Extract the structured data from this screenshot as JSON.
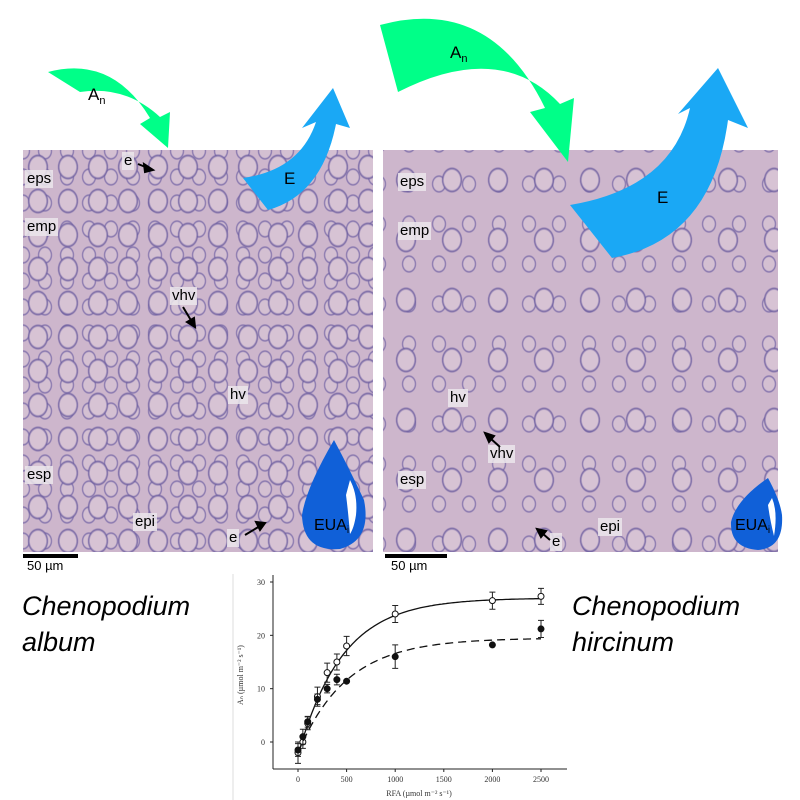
{
  "left_panel": {
    "species_line1": "Chenopodium",
    "species_line2": "album",
    "labels": {
      "eps": "eps",
      "emp": "emp",
      "vhv": "vhv",
      "hv": "hv",
      "esp": "esp",
      "epi": "epi",
      "e_top": "e",
      "e_bottom": "e"
    },
    "scale": "50 µm",
    "arrow_an": "A",
    "arrow_an_sub": "n",
    "arrow_e": "E",
    "drop": "EUA",
    "drop_sub": "i"
  },
  "right_panel": {
    "species_line1": "Chenopodium",
    "species_line2": "hircinum",
    "labels": {
      "eps": "eps",
      "emp": "emp",
      "vhv": "vhv",
      "hv": "hv",
      "esp": "esp",
      "epi": "epi",
      "e_bottom": "e"
    },
    "scale": "50 µm",
    "arrow_an": "A",
    "arrow_an_sub": "n",
    "arrow_e": "E",
    "drop": "EUA",
    "drop_sub": "i"
  },
  "colors": {
    "green": "#00ff88",
    "blue": "#1aa8f5",
    "drop": "#1060d8"
  },
  "chart_data": {
    "type": "line",
    "xlabel": "RFA (µmol m⁻² s⁻¹)",
    "ylabel": "Aₙ (µmol m⁻² s⁻¹)",
    "xlim": [
      -200,
      2700
    ],
    "ylim": [
      -5,
      30
    ],
    "xticks": [
      0,
      500,
      1000,
      1500,
      2000,
      2500
    ],
    "yticks": [
      0,
      10,
      20,
      30
    ],
    "x": [
      0,
      50,
      100,
      200,
      300,
      400,
      500,
      1000,
      2000,
      2500
    ],
    "series": [
      {
        "name": "open circles (solid line)",
        "marker": "open",
        "values": [
          -2,
          0,
          3.5,
          8.5,
          13,
          15,
          18,
          24,
          26.5,
          27.3
        ],
        "errors": [
          2,
          1.2,
          1.2,
          1.8,
          1.8,
          1.5,
          1.8,
          1.6,
          1.6,
          1.5
        ],
        "fit": {
          "a": 29.5,
          "k": 0.0022,
          "c": -2.5
        },
        "line": "solid"
      },
      {
        "name": "filled circles (dashed line)",
        "marker": "filled",
        "values": [
          -1.5,
          1,
          3.8,
          8,
          10,
          11.7,
          11.4,
          16,
          18.2,
          21.2
        ],
        "errors": [
          1.2,
          1.4,
          1,
          1,
          0.8,
          1,
          0,
          2.2,
          0,
          1.6
        ],
        "fit": {
          "a": 21.5,
          "k": 0.002,
          "c": -2
        },
        "line": "dashed"
      }
    ]
  }
}
